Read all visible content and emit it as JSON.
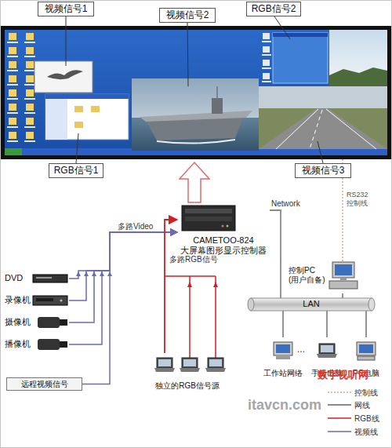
{
  "diagram": {
    "nodes": [
      {
        "text": [
          "视频信号1"
        ]
      },
      {
        "text": [
          "视频信号2"
        ]
      },
      {
        "text": [
          "RGB信号2"
        ]
      },
      {
        "text": [
          "RGB信号1"
        ]
      },
      {
        "text": [
          "视频信号3"
        ]
      },
      {
        "text": [
          "CAMETOO-824",
          "大屏幕图形显示控制器"
        ]
      },
      {
        "text": [
          "DVD"
        ]
      },
      {
        "text": [
          "录像机"
        ]
      },
      {
        "text": [
          "摄像机"
        ]
      },
      {
        "text": [
          "播像机"
        ]
      },
      {
        "text": [
          "远程视频信号"
        ]
      },
      {
        "text": [
          "独立的RGB信号源"
        ]
      },
      {
        "text": [
          "LAN"
        ]
      },
      {
        "text": [
          "控制PC",
          "(用户自备)"
        ]
      },
      {
        "text": [
          "工作站网络"
        ]
      },
      {
        "text": [
          "手提电脑"
        ]
      },
      {
        "text": [
          "PC电脑"
        ]
      }
    ],
    "edges": [
      {
        "from": 6,
        "to": 5,
        "arrow": "to",
        "label": "多路Video"
      },
      {
        "from": 7,
        "to": 5,
        "arrow": "to"
      },
      {
        "from": 8,
        "to": 5,
        "arrow": "to"
      },
      {
        "from": 9,
        "to": 5,
        "arrow": "to"
      },
      {
        "from": 10,
        "to": 5,
        "arrow": "to"
      },
      {
        "from": 11,
        "to": 5,
        "arrow": "to",
        "label": "多路RGB信号"
      },
      {
        "from": 5,
        "to": 12,
        "arrow": "none",
        "label": "Network"
      },
      {
        "from": 13,
        "to": 12,
        "arrow": "none"
      },
      {
        "from": 12,
        "to": 14,
        "arrow": "none"
      },
      {
        "from": 12,
        "to": 15,
        "arrow": "none"
      },
      {
        "from": 12,
        "to": 16,
        "arrow": "none"
      }
    ],
    "labels": [
      "RS232 控制线",
      "...",
      "数字视听网",
      "itavcn.com"
    ],
    "legend": [
      {
        "text": "控制线"
      },
      {
        "text": "网线"
      },
      {
        "text": "RGB线"
      },
      {
        "text": "视频线"
      }
    ]
  }
}
